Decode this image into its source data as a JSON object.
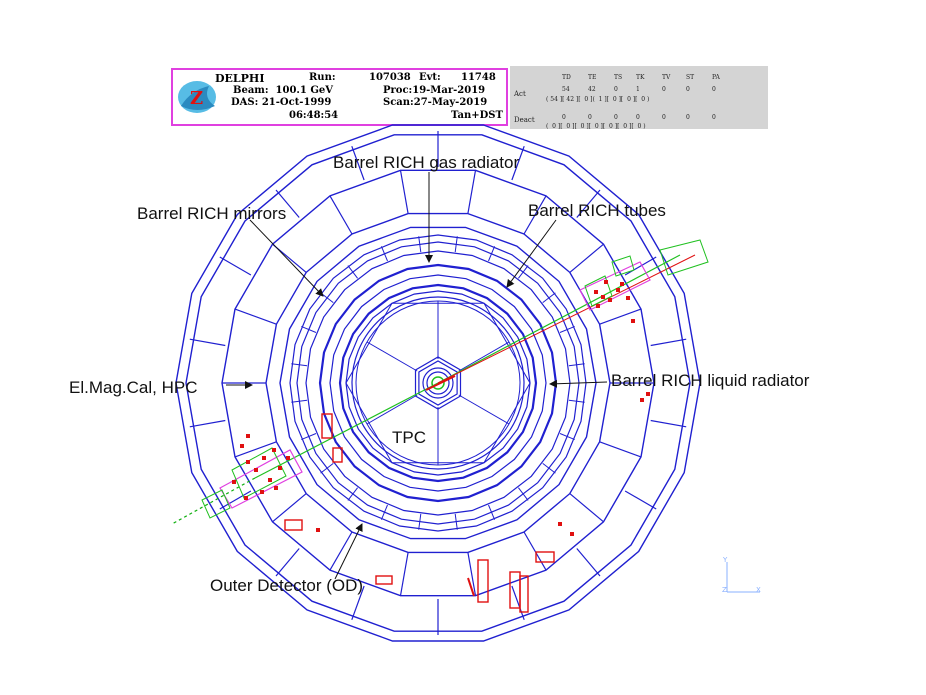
{
  "header": {
    "experiment": "DELPHI",
    "run_label": "Run:",
    "run_value": "107038",
    "evt_label": "Evt:",
    "evt_value": "11748",
    "beam": "Beam:  100.1 GeV",
    "proc": "Proc:19-Mar-2019",
    "das": "DAS: 21-Oct-1999",
    "scan": "Scan:27-May-2019",
    "time": "06:48:54",
    "tag": "Tan+DST",
    "logo_letter": "Z"
  },
  "status": {
    "columns": [
      "TD",
      "TE",
      "TS",
      "TK",
      "TV",
      "ST",
      "PA"
    ],
    "act_label": "Act",
    "act_row1": [
      "54",
      "42",
      "0",
      "1",
      "0",
      "0",
      "0"
    ],
    "act_row2": "( 54 ][ 42 ][  0 ](  1 ][  0 ][  0 ][  0 )",
    "deact_label": "Deact",
    "deact_row1": [
      "0",
      "0",
      "0",
      "0",
      "0",
      "0",
      "0"
    ],
    "deact_row2": "(  0 ][  0 ][  0 ][  0 ][  0 ][  0 ][  0 )"
  },
  "labels": {
    "gas_radiator": "Barrel RICH gas radiator",
    "mirrors": "Barrel RICH mirrors",
    "tubes": "Barrel RICH tubes",
    "liquid_radiator": "Barrel RICH liquid radiator",
    "emcal": "El.Mag.Cal, HPC",
    "tpc": "TPC",
    "od": "Outer Detector (OD)"
  },
  "axes": {
    "y": "Y",
    "z": "Z",
    "x": "X"
  },
  "colors": {
    "detector": "#2020d0",
    "hits": "#e01010",
    "tracks_green": "#20c020",
    "frame_magenta": "#e040e0",
    "track_dash": "#10b010"
  }
}
